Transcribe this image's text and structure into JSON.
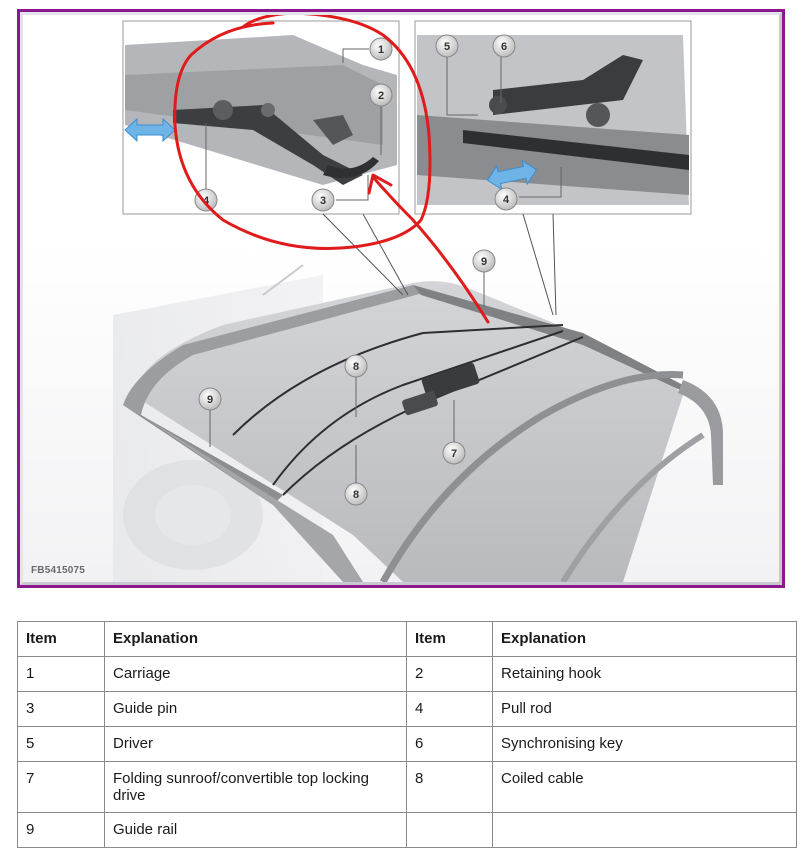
{
  "figure": {
    "code": "FB5415075",
    "border_color": "#8a1a8c",
    "annotation_color": "#e01b1b",
    "callouts": {
      "detail_left": [
        "1",
        "2",
        "3",
        "4"
      ],
      "detail_right": [
        "5",
        "6",
        "4"
      ],
      "overview": [
        "9",
        "9",
        "8",
        "8",
        "7"
      ]
    }
  },
  "table": {
    "headers": [
      "Item",
      "Explanation",
      "Item",
      "Explanation"
    ],
    "rows": [
      {
        "item1": "1",
        "expl1": "Carriage",
        "item2": "2",
        "expl2": "Retaining hook"
      },
      {
        "item1": "3",
        "expl1": "Guide pin",
        "item2": "4",
        "expl2": "Pull rod"
      },
      {
        "item1": "5",
        "expl1": "Driver",
        "item2": "6",
        "expl2": "Synchronising key"
      },
      {
        "item1": "7",
        "expl1": "Folding sunroof/convertible top locking drive",
        "item2": "8",
        "expl2": "Coiled cable"
      },
      {
        "item1": "9",
        "expl1": "Guide rail",
        "item2": "",
        "expl2": ""
      }
    ]
  }
}
